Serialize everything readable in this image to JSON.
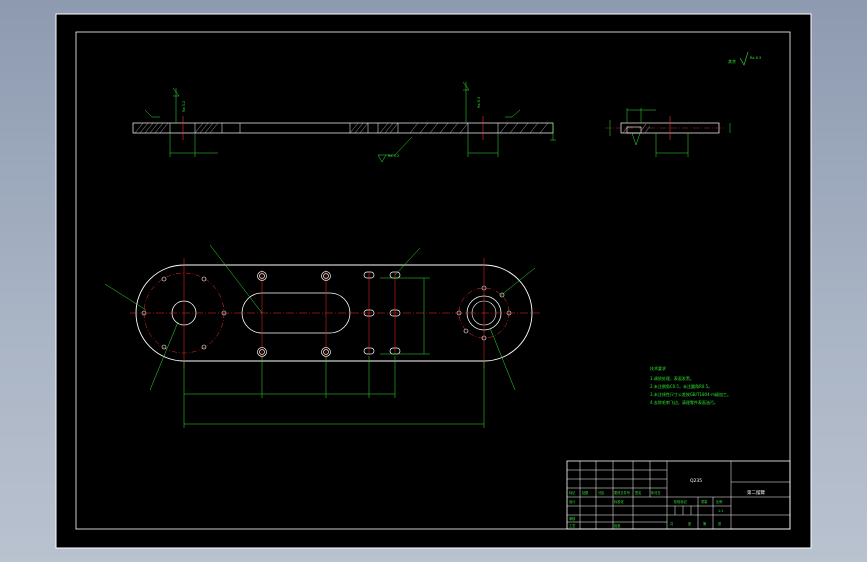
{
  "drawing": {
    "surface_finish_note": "其余",
    "roughness_top_right": "Ra 6.3",
    "roughness_side_left": "Ra 3.2",
    "roughness_side_mid": "Ra 3.2",
    "roughness_side_right": "Ra 6.3",
    "roughness_section": "Ra 3.2"
  },
  "technical_requirements": {
    "title": "技术要求",
    "items": [
      "1.调质处理，表面发黑。",
      "2.未注倒角C0.5，未注圆角R0.5。",
      "3.未注线性尺寸公差按GB/T1804-m级加工。",
      "4.去除毛刺飞边，清理零件表面油污。"
    ]
  },
  "title_block": {
    "material": "Q235",
    "part_name": "第二摆臂",
    "scale": "1:1",
    "labels": [
      "标记",
      "处数",
      "分区",
      "更改文件号",
      "签名",
      "年月日",
      "设计",
      "标准化",
      "审核",
      "工艺",
      "批准",
      "阶段标记",
      "重量",
      "比例",
      "共",
      "张",
      "第",
      "张"
    ]
  },
  "colors": {
    "outer_frame": "#000000",
    "drawing_lines": "#ffffff",
    "dimension": "#2fe62f",
    "centerline": "#ff2a2a",
    "background_top": "#8d9ab0"
  }
}
